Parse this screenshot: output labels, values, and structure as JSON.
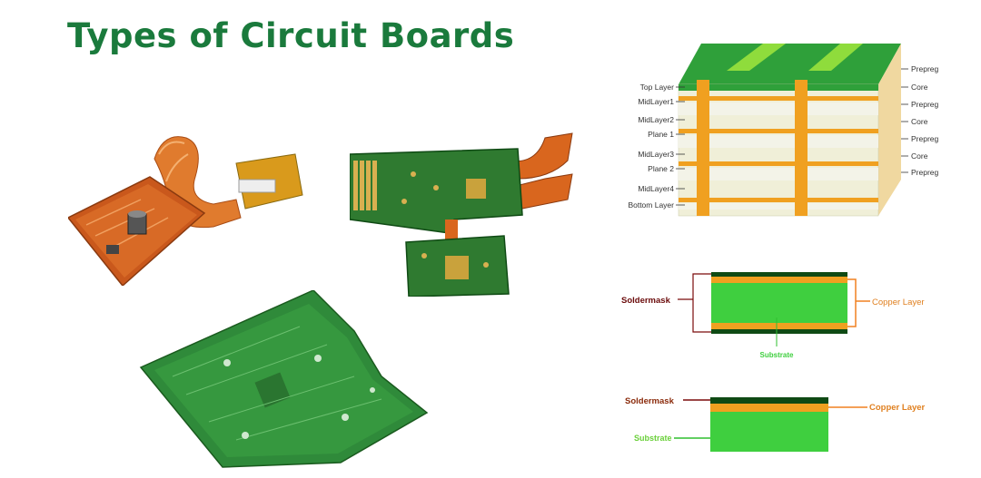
{
  "title": "Types of Circuit Boards",
  "multilayer_diagram": {
    "left_labels": [
      "Top Layer",
      "MidLayer1",
      "MidLayer2",
      "Plane 1",
      "MidLayer3",
      "Plane 2",
      "MidLayer4",
      "Bottom Layer"
    ],
    "right_labels": [
      "Prepreg",
      "Core",
      "Prepreg",
      "Core",
      "Prepreg",
      "Core",
      "Prepreg"
    ]
  },
  "double_sided_diagram": {
    "soldermask_label": "Soldermask",
    "copper_label": "Copper Layer",
    "substrate_label": "Substrate"
  },
  "single_sided_diagram": {
    "soldermask_label": "Soldermask",
    "copper_label": "Copper Layer",
    "substrate_label": "Substrate"
  },
  "colors": {
    "title": "#1a7a3c",
    "pcb_green": "#2f8a3a",
    "substrate_green": "#3fcf3f",
    "copper_orange": "#f0a020",
    "flex_orange": "#d9661e",
    "soldermask_dark": "#0f4a14"
  }
}
